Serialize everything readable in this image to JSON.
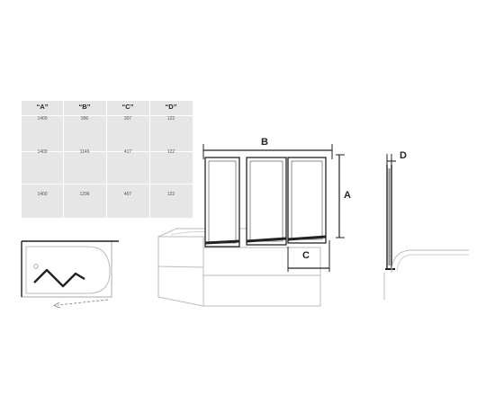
{
  "spec_table": {
    "headers": [
      "“A”",
      "“B”",
      "“C”",
      "“D”"
    ],
    "rows": [
      [
        "1400",
        "996",
        "307",
        "122"
      ],
      [
        "1400",
        "1146",
        "417",
        "122"
      ],
      [
        "1400",
        "1296",
        "467",
        "122"
      ]
    ]
  },
  "dimension_labels": {
    "a": "A",
    "b": "B",
    "c": "C",
    "d": "D"
  },
  "colors": {
    "table_bg": "#e6e6e6",
    "line": "#222222",
    "light_line": "#999999",
    "arrow": "#888888"
  }
}
